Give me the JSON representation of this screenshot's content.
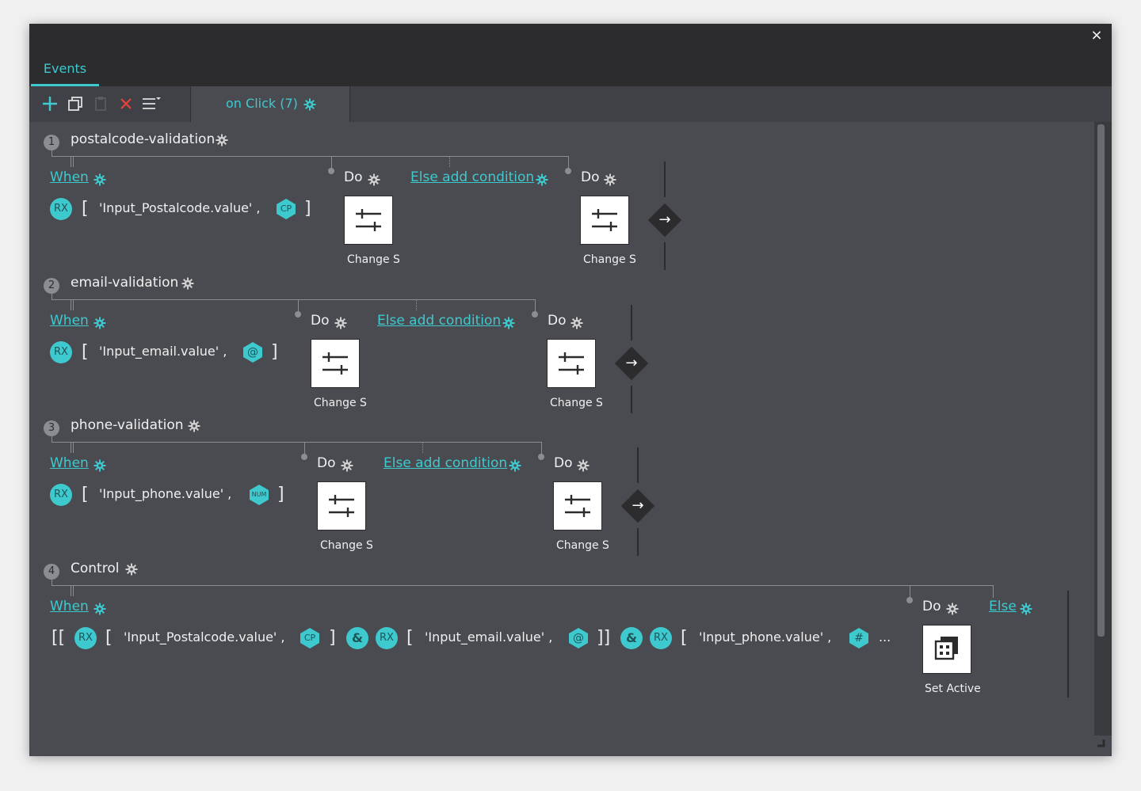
{
  "window": {
    "close_icon": "×"
  },
  "tabs": {
    "events": "Events"
  },
  "toolbar": {
    "add_icon": "plus-icon",
    "duplicate_icon": "copy-icon",
    "paste_icon": "clipboard-icon",
    "delete_icon": "x-icon",
    "menu_icon": "menu-icon",
    "event_tab_label": "on Click (7)"
  },
  "groups": [
    {
      "number": "1",
      "title": "postalcode-validation",
      "when": "When",
      "rx": "RX",
      "value": "'Input_Postalcode.value' ,",
      "type_badge": "CP",
      "do1": "Do",
      "else_add": "Else add condition",
      "do2": "Do",
      "action1_caption": "Change S",
      "action2_caption": "Change S"
    },
    {
      "number": "2",
      "title": "email-validation",
      "when": "When",
      "rx": "RX",
      "value": "'Input_email.value' ,",
      "type_badge": "@",
      "do1": "Do",
      "else_add": "Else add condition",
      "do2": "Do",
      "action1_caption": "Change S",
      "action2_caption": "Change S"
    },
    {
      "number": "3",
      "title": "phone-validation",
      "when": "When",
      "rx": "RX",
      "value": "'Input_phone.value' ,",
      "type_badge": "NUM",
      "do1": "Do",
      "else_add": "Else add condition",
      "do2": "Do",
      "action1_caption": "Change S",
      "action2_caption": "Change S"
    }
  ],
  "control": {
    "number": "4",
    "title": "Control",
    "when": "When",
    "open": "[[",
    "rx": "RX",
    "value1": "'Input_Postalcode.value' ,",
    "badge1": "CP",
    "amp": "&",
    "value2": "'Input_email.value' ,",
    "badge2": "@",
    "close2": "]]",
    "value3": "'Input_phone.value' ,",
    "badge3": "#",
    "ellipsis": "...",
    "do": "Do",
    "else": "Else",
    "action_caption": "Set Active"
  },
  "brackets": {
    "open": "[",
    "close": "]"
  },
  "colors": {
    "accent": "#3ec9cf",
    "panel": "#4a4b50",
    "titlebar": "#2c2c2e"
  }
}
